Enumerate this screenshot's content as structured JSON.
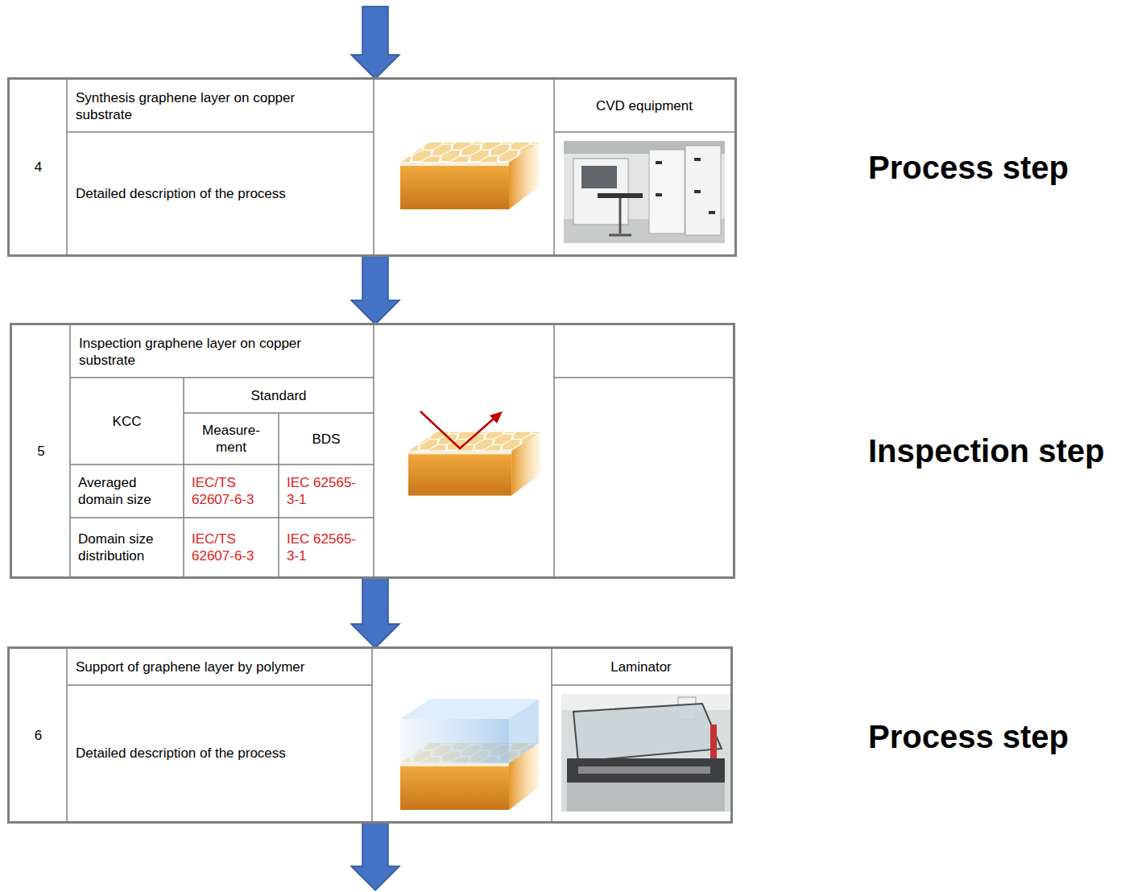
{
  "diagram": {
    "nodes": [
      {
        "text": [
          "4",
          "Synthesis graphene layer on copper substrate",
          "Detailed description of the process",
          "CVD equipment"
        ]
      },
      {
        "text": [
          "5",
          "Inspection graphene layer on copper substrate",
          "KCC",
          "Standard",
          "Measure- ment",
          "BDS",
          "Averaged domain size",
          "IEC/TS 62607-6-3",
          "IEC 62565-3-1",
          "Domain size distribution",
          "IEC/TS 62607-6-3",
          "IEC 62565-3-1"
        ]
      },
      {
        "text": [
          "6",
          "Support of graphene layer by polymer",
          "Detailed description of the process",
          "Laminator"
        ]
      }
    ],
    "edges": [
      {
        "from": 0,
        "to": 1,
        "arrow": "to"
      },
      {
        "from": 1,
        "to": 2,
        "arrow": "to"
      }
    ],
    "labels": [
      "Process step",
      "Inspection step",
      "Process step"
    ]
  }
}
